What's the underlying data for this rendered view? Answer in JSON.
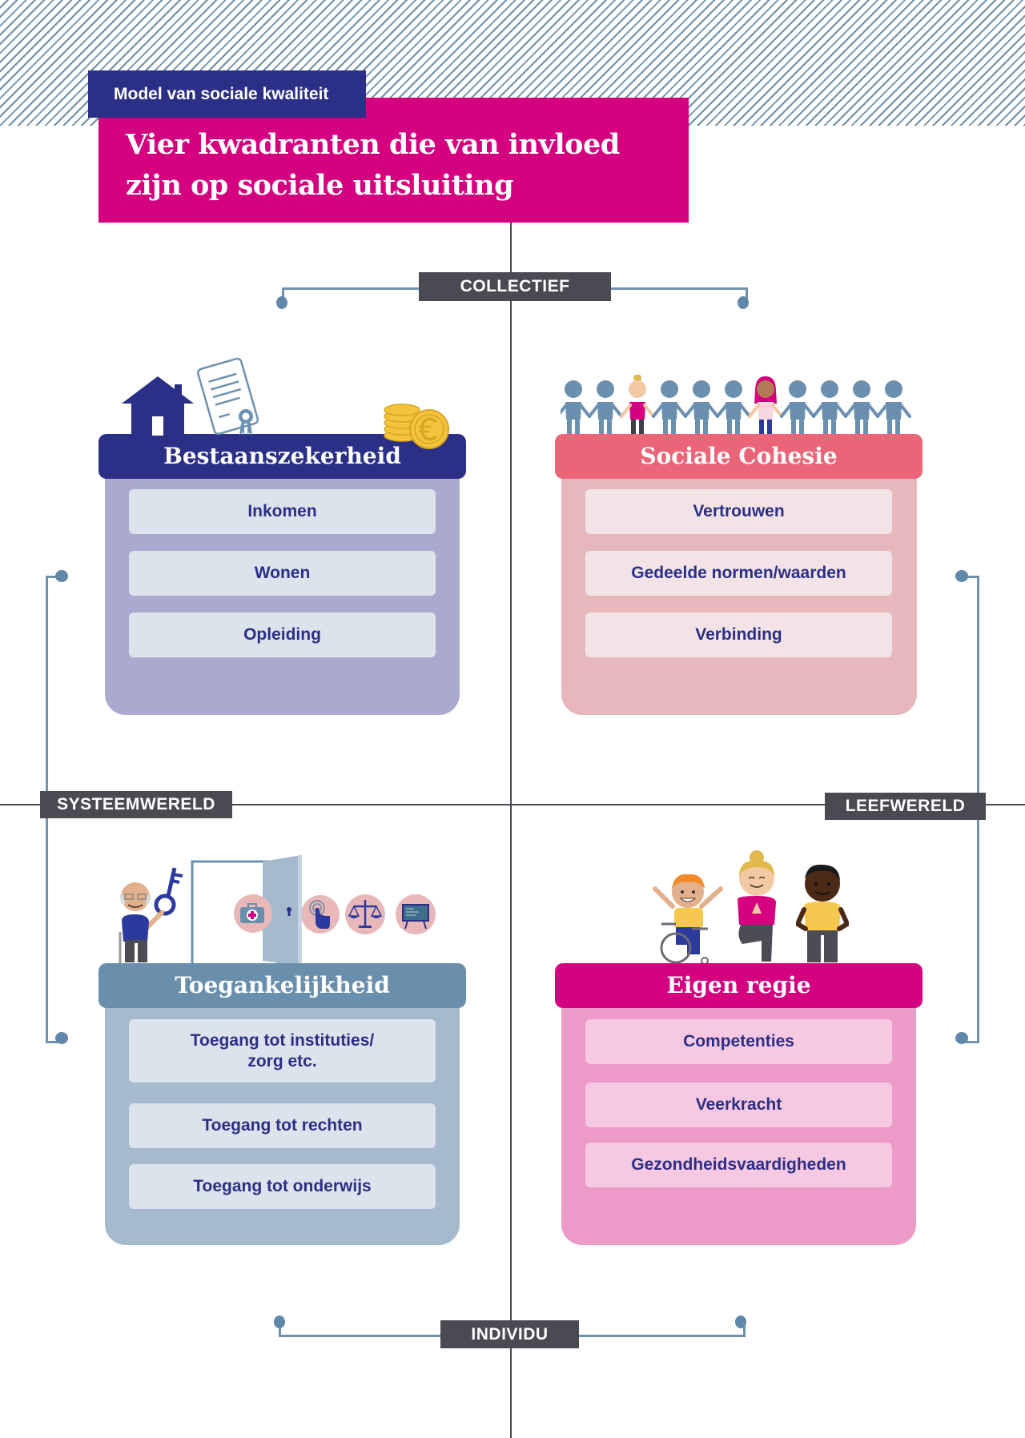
{
  "header": {
    "tag": "Model van sociale kwaliteit",
    "title": "Vier kwadranten die van invloed zijn op sociale uitsluiting"
  },
  "axes": {
    "top": "COLLECTIEF",
    "bottom": "INDIVIDU",
    "left": "SYSTEEMWERELD",
    "right": "LEEFWERELD"
  },
  "quadrants": [
    {
      "title": "Bestaanszekerheid",
      "header_color": "#2b2f86",
      "body_color": "#aaaacf",
      "item_color": "#dce3ec",
      "icons": [
        "house-icon",
        "certificate-icon",
        "euro-coins-icon"
      ],
      "items": [
        "Inkomen",
        "Wonen",
        "Opleiding"
      ]
    },
    {
      "title": "Sociale Cohesie",
      "header_color": "#e96577",
      "body_color": "#e6b8bb",
      "item_color": "#f3e3e6",
      "icons": [
        "people-holding-hands-icon"
      ],
      "items": [
        "Vertrouwen",
        "Gedeelde normen/waarden",
        "Verbinding"
      ]
    },
    {
      "title": "Toegankelijkheid",
      "header_color": "#6a8fad",
      "body_color": "#a5bacd",
      "item_color": "#dce3ec",
      "icons": [
        "elderly-man-with-key-icon",
        "open-door-icon",
        "medical-kit-icon",
        "touch-icon",
        "scales-icon",
        "blackboard-icon"
      ],
      "items": [
        "Toegang tot instituties/ zorg etc.",
        "Toegang tot rechten",
        "Toegang tot onderwijs"
      ]
    },
    {
      "title": "Eigen regie",
      "header_color": "#d5007f",
      "body_color": "#ec9ac8",
      "item_color": "#f6c8e2",
      "icons": [
        "child-in-wheelchair-icon",
        "woman-yoga-icon",
        "boy-standing-icon"
      ],
      "items": [
        "Competenties",
        "Veerkracht",
        "Gezondheidsvaardigheden"
      ]
    }
  ]
}
